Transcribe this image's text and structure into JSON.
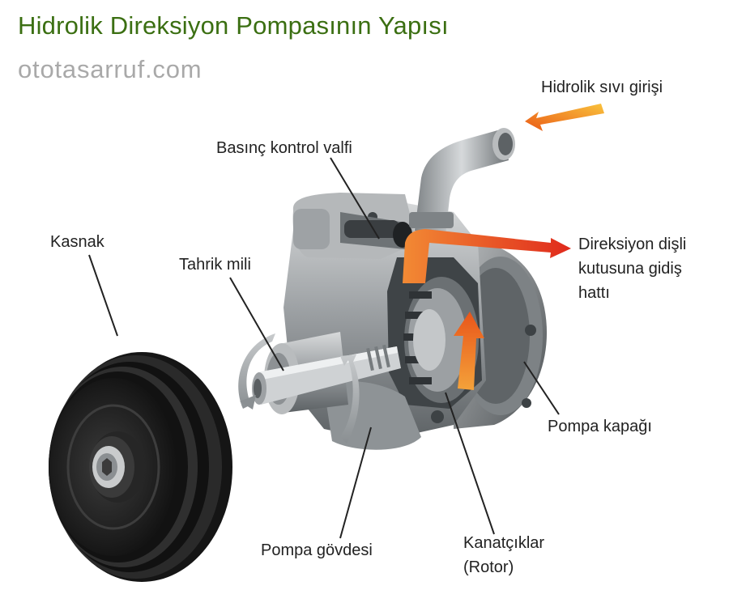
{
  "header": {
    "title": "Hidrolik Direksiyon Pompasının Yapısı",
    "site": "ototasarruf.com"
  },
  "labels": {
    "fluid_inlet": "Hidrolik sıvı girişi",
    "pressure_valve": "Basınç kontrol valfi",
    "pulley": "Kasnak",
    "drive_shaft": "Tahrik mili",
    "outlet_line": [
      "Direksiyon dişli",
      "kutusuna gidiş",
      "hattı"
    ],
    "pump_cover": "Pompa kapağı",
    "pump_body": "Pompa gövdesi",
    "vanes": [
      "Kanatçıklar",
      "(Rotor)"
    ]
  },
  "colors": {
    "title": "#3b6f12",
    "site": "#a9a9a9",
    "flow_arrow": "#e8531c",
    "text": "#222222"
  }
}
